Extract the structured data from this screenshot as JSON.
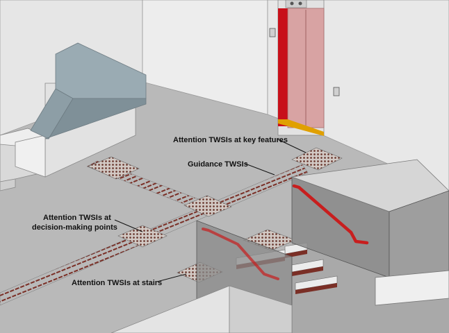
{
  "labels": {
    "attention_key_features": "Attention TWSIs at key features",
    "guidance": "Guidance TWSIs",
    "attention_decision_line1": "Attention TWSIs at",
    "attention_decision_line2": "decision-making points",
    "attention_stairs": "Attention TWSIs at stairs"
  },
  "colors": {
    "floor": "#b9b9b9",
    "wall": "#e3e3e3",
    "guidance_bars": "#7a2f26",
    "attention_dots": "#6b3a30",
    "handrail": "#c81e1e",
    "elevator_frame": "#c8101a",
    "elevator_doors": "#d8a3a3",
    "elevator_sill": "#e0a000",
    "counter_top": "#95a6ae",
    "glass_panel": "#8a8a8a"
  }
}
